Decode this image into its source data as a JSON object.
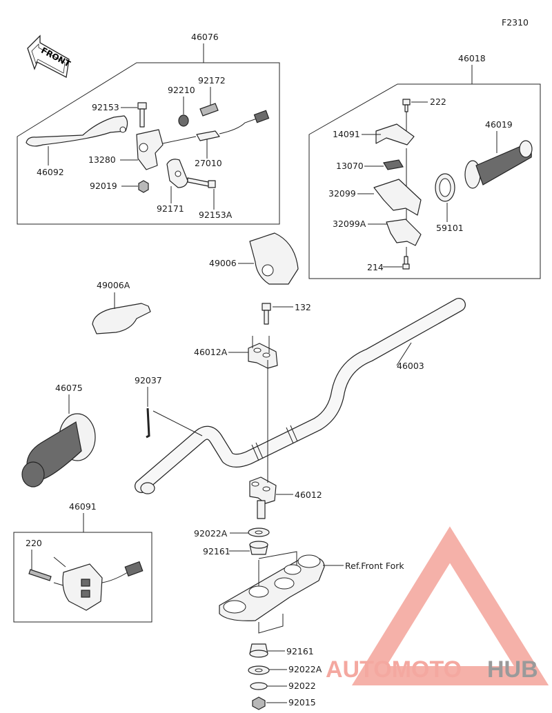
{
  "diagram_code": "F2310",
  "front_label": "FRONT",
  "labels": {
    "p46076": "46076",
    "p92172": "92172",
    "p92210": "92210",
    "p92153": "92153",
    "p13280": "13280",
    "p27010": "27010",
    "p46092": "46092",
    "p92019": "92019",
    "p92171": "92171",
    "p92153A": "92153A",
    "p46018": "46018",
    "p222": "222",
    "p14091": "14091",
    "p46019": "46019",
    "p13070": "13070",
    "p32099": "32099",
    "p32099A": "32099A",
    "p59101": "59101",
    "p214": "214",
    "p49006": "49006",
    "p49006A": "49006A",
    "p132": "132",
    "p46012A": "46012A",
    "p46003": "46003",
    "p92037": "92037",
    "p46075": "46075",
    "p46012": "46012",
    "p46091": "46091",
    "p220": "220",
    "p92022A_top": "92022A",
    "p92161_top": "92161",
    "ref_front_fork": "Ref.Front Fork",
    "p92161_bot": "92161",
    "p92022A_bot": "92022A",
    "p92022": "92022",
    "p92015": "92015"
  },
  "watermark": {
    "part1": "AUTOMOTO",
    "part2": "HUB",
    "color_accent": "#f4a8a0",
    "color_dark": "#9a9a9a"
  }
}
